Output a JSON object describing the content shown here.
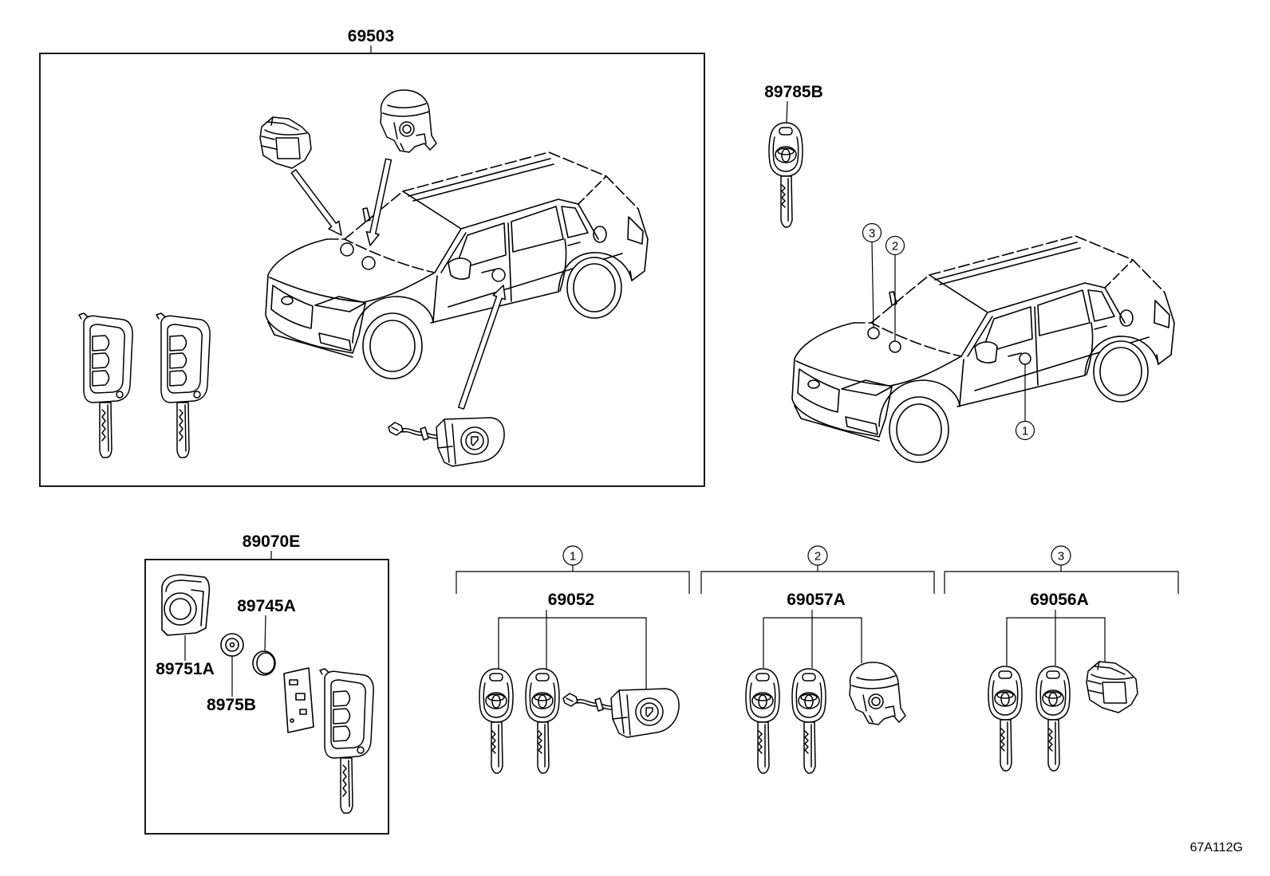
{
  "diagram": {
    "code": "67A112G",
    "assembly": {
      "part_no": "69503"
    },
    "key_blank": {
      "part_no": "89785B"
    },
    "location_callouts": {
      "c3": "3",
      "c2": "2",
      "c1": "1"
    },
    "transmitter_kit": {
      "part_no": "89070E",
      "battery_part_no": "89745A",
      "case_part_no": "89751A",
      "cap_part_no": "8975B"
    },
    "lock_sets": [
      {
        "callout": "1",
        "part_no": "69052"
      },
      {
        "callout": "2",
        "part_no": "69057A"
      },
      {
        "callout": "3",
        "part_no": "69056A"
      }
    ]
  }
}
